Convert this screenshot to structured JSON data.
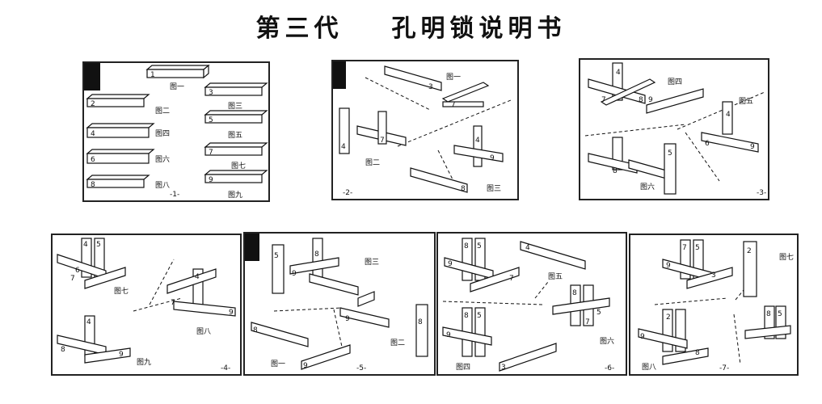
{
  "title": {
    "part1": "第三代",
    "part2": "孔明锁说明书"
  },
  "panels": [
    {
      "page": "-1-",
      "tag": "",
      "labels": [
        "图一",
        "图二",
        "图三",
        "图四",
        "图五",
        "图六",
        "图七",
        "图八",
        "图九"
      ]
    },
    {
      "page": "-2-",
      "tag": "",
      "labels": [
        "图一",
        "图二",
        "图三"
      ]
    },
    {
      "page": "-3-",
      "tag": "",
      "labels": [
        "图四",
        "图五",
        "图六"
      ]
    },
    {
      "page": "-4-",
      "tag": "",
      "labels": [
        "图七",
        "图八",
        "图九"
      ]
    },
    {
      "page": "-5-",
      "tag": "",
      "labels": [
        "图一",
        "图二",
        "图三"
      ]
    },
    {
      "page": "-6-",
      "tag": "",
      "labels": [
        "图四",
        "图五",
        "图六"
      ]
    },
    {
      "page": "-7-",
      "tag": "",
      "labels": [
        "图八",
        "图七"
      ]
    }
  ],
  "pieces": [
    "1",
    "2",
    "3",
    "4",
    "5",
    "6",
    "7",
    "8",
    "9"
  ]
}
